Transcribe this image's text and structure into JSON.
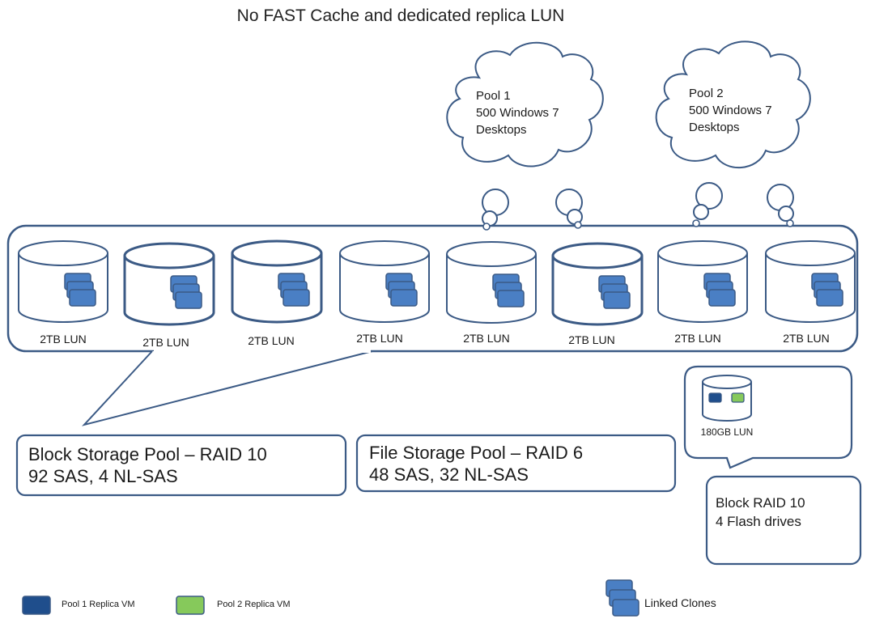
{
  "title": "No FAST Cache and dedicated replica LUN",
  "clouds": [
    {
      "lines": [
        "Pool 1",
        "500 Windows 7",
        "Desktops"
      ]
    },
    {
      "lines": [
        "Pool 2",
        "500 Windows 7",
        "Desktops"
      ]
    }
  ],
  "luns": [
    "2TB LUN",
    "2TB LUN",
    "2TB LUN",
    "2TB LUN",
    "2TB LUN",
    "2TB LUN",
    "2TB LUN",
    "2TB LUN"
  ],
  "replica_lun": {
    "label": "180GB LUN"
  },
  "block_pool": {
    "line1": "Block Storage Pool – RAID 10",
    "line2": "92 SAS, 4 NL-SAS"
  },
  "file_pool": {
    "line1": "File Storage Pool – RAID 6",
    "line2": "48 SAS, 32 NL-SAS"
  },
  "flash_box": {
    "line1": "Block RAID 10",
    "line2": "4 Flash drives"
  },
  "legend": {
    "pool1_replica": "Pool 1 Replica VM",
    "pool2_replica": "Pool 2 Replica VM",
    "linked_clones": "Linked Clones"
  },
  "colors": {
    "outline": "#3b5a85",
    "clone_fill": "#4a7fc4",
    "pool1_replica": "#1f4e8c",
    "pool2_replica": "#86c95b"
  }
}
